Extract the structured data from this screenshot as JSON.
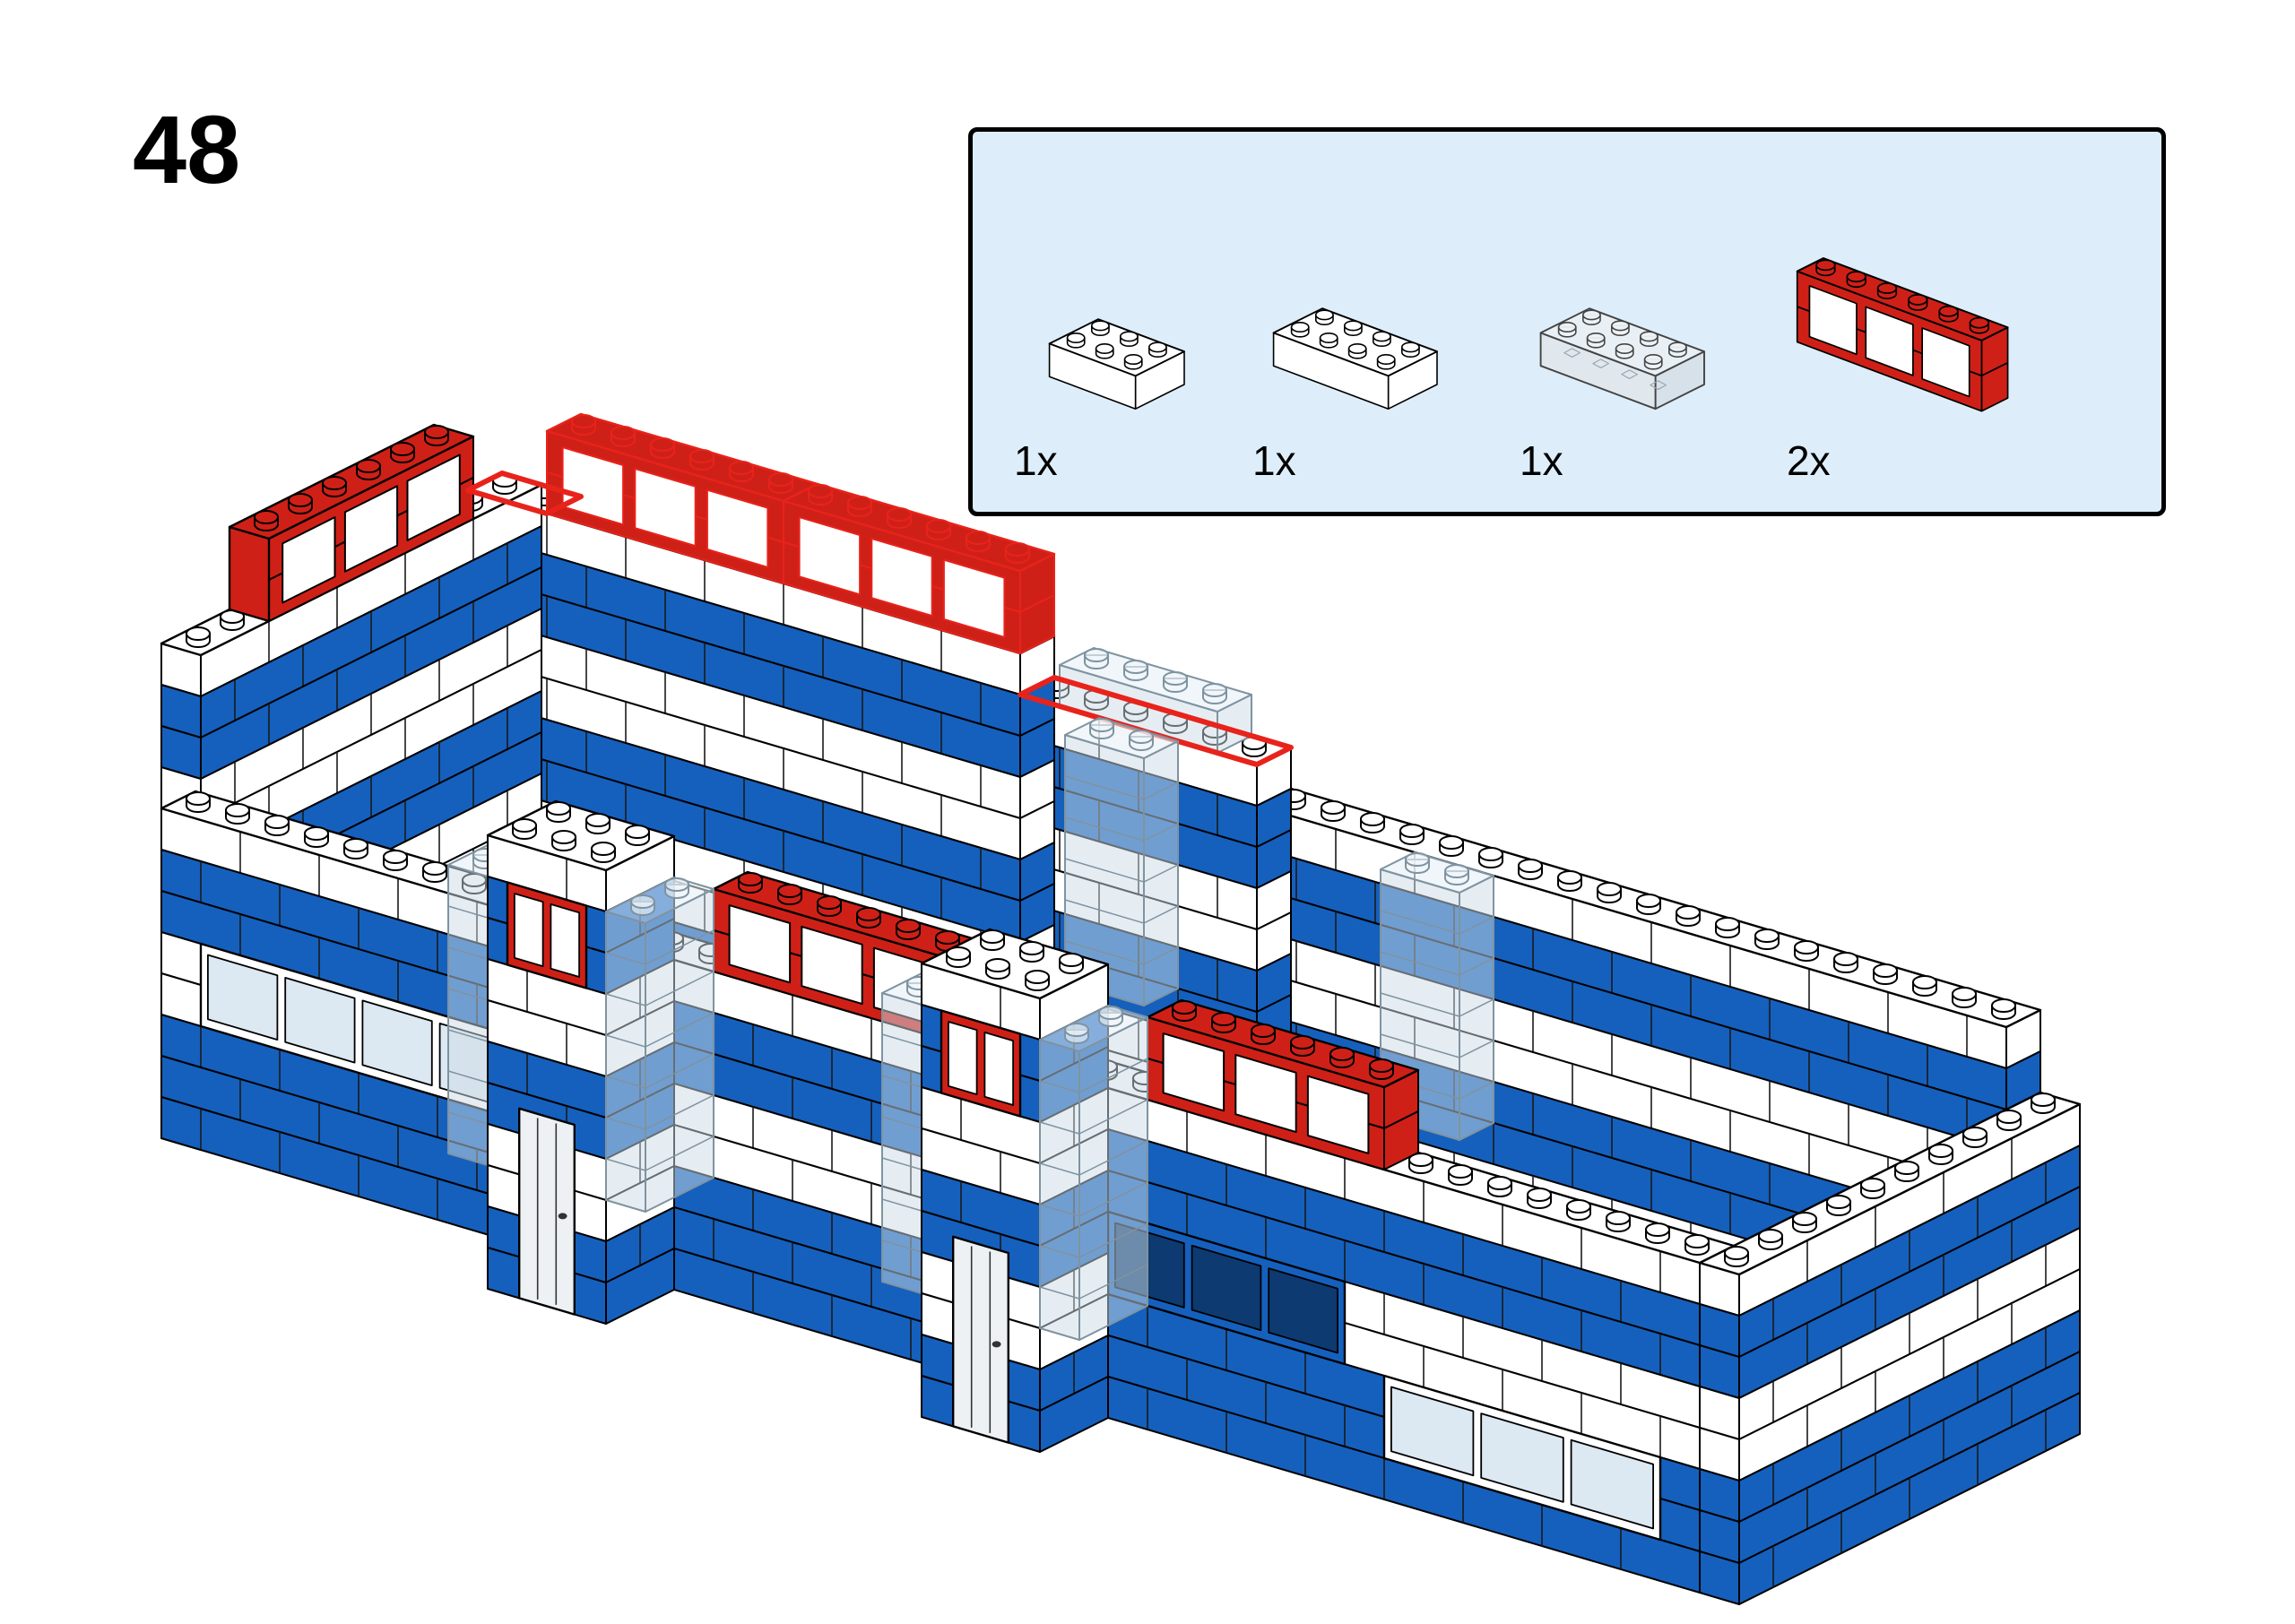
{
  "page": {
    "step_number": "48"
  },
  "parts_panel": {
    "background": "#ddeefa",
    "border_color": "#000000",
    "parts": [
      {
        "name": "white-2x3-brick",
        "qty": "1x"
      },
      {
        "name": "white-2x4-brick",
        "qty": "1x"
      },
      {
        "name": "transparent-clear-2x4-brick",
        "qty": "1x"
      },
      {
        "name": "red-1x6x2-window-frame",
        "qty": "2x"
      }
    ]
  },
  "colors": {
    "brick_blue": "#1560bd",
    "brick_red": "#cf2017",
    "brick_white": "#ffffff",
    "highlight_red": "#e8231b",
    "outline_black": "#000000",
    "ghost_fill": "rgba(206,220,230,0.5)",
    "ghost_stroke": "#7f93a0",
    "pane_light": "#dce8f2",
    "pane_dark": "#0d3a70",
    "door_fill": "#eef1f3",
    "panel_bg": "#ddeefa"
  },
  "illustration": {
    "name": "assembly-step-isometric-view"
  }
}
